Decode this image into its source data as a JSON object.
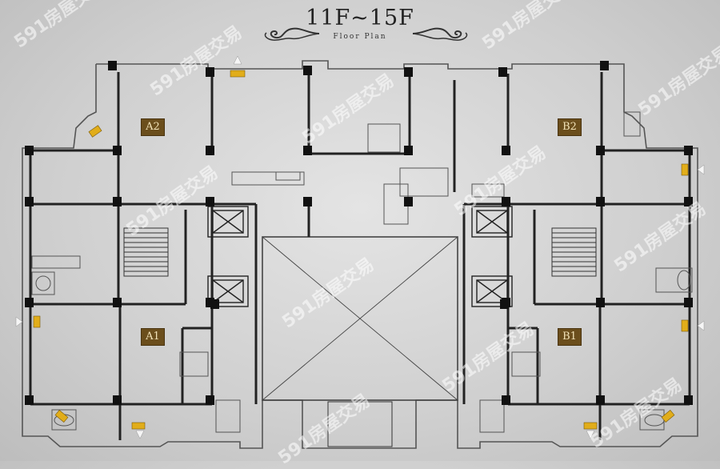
{
  "header": {
    "title": "11F~15F",
    "subtitle": "Floor Plan"
  },
  "units": [
    {
      "id": "a2",
      "label": "A2"
    },
    {
      "id": "a1",
      "label": "A1"
    },
    {
      "id": "b2",
      "label": "B2"
    },
    {
      "id": "b1",
      "label": "B1"
    }
  ],
  "watermark": {
    "text": "591房屋交易"
  },
  "colors": {
    "wall": "#1a1a1a",
    "label_bg": "#6b4e1c",
    "label_text": "#f1e2b8",
    "entry_marker": "#e1ad1a",
    "background": "#d6d6d6"
  }
}
